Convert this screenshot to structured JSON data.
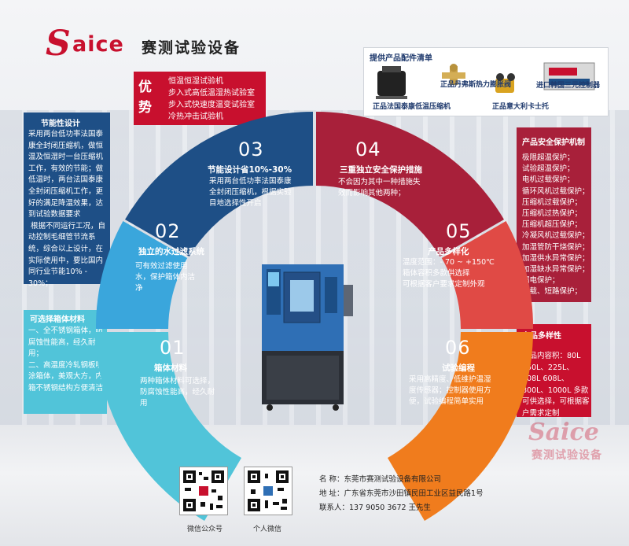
{
  "logo": {
    "mark": "S",
    "rest": "aice",
    "cn": "赛测试验设备",
    "watermark": "Saice",
    "watermark_cn": "赛测试验设备"
  },
  "advantages": {
    "title": "优势",
    "items": [
      "恒温恒湿试验机",
      "步入式高低温湿热试验室",
      "步入式快速度温变试验室",
      "冷热冲击试验机"
    ]
  },
  "parts": {
    "title": "提供产品配件清单",
    "items": [
      "正品丹弗斯热力膨胀阀",
      "进口韩国三元控制器",
      "正品法国泰康低温压缩机",
      "正品意大利卡士托"
    ]
  },
  "left_top": {
    "title": "节能性设计",
    "body": "采用两台低功率法国泰康全封闭压缩机，做恒温及恒湿时一台压缩机工作，有效的节能；做低温时，两台法国泰康全封闭压缩机工作，更好的满足降温效果，达到试验数据要求\n 根据不同运行工况，自动控制毛细管节流系统，综合以上设计，在实际使用中，要比国内同行业节能10% - 30%；"
  },
  "left_bottom": {
    "title": "可选择箱体材料",
    "body": "一、全不锈钢箱体，防腐蚀性能高，经久耐用；\n二、高温度冷轧钢板喷涂箱体，美观大方，内箱不锈钢结构方便清洁"
  },
  "right_top": {
    "title": "产品安全保护机制",
    "items": [
      "极限超温保护；",
      "试验超温保护；",
      "电机过载保护；",
      "循环风机过载保护；",
      "压缩机过载保护；",
      "压缩机过热保护；",
      "压缩机超压保护；",
      "冷凝风机过载保护；",
      "加湿管防干烧保护；",
      "加湿供水异常保护；",
      "加湿缺水异常保护；",
      "漏电保护；",
      "超载、短路保护；"
    ]
  },
  "right_bottom": {
    "title": "产品多样性",
    "body": "产品内容积：80L 150L、225L、408L 608L、800L、1000L 多款可供选择，可根据客户需求定制"
  },
  "segments": [
    {
      "num": "01",
      "title": "箱体材料",
      "body": "两种箱体材料可选择，防腐蚀性能高，经久耐用"
    },
    {
      "num": "02",
      "title": "独立的水过滤系统",
      "body": "可有效过滤使用水，保护箱体内洁净"
    },
    {
      "num": "03",
      "title": "节能设计省10%-30%",
      "body": "采用两台低功率法国泰康全封闭压缩机，根据实验目地选择性开启"
    },
    {
      "num": "04",
      "title": "三重独立安全保护措施",
      "body": "不会因为其中一种措施失效而影响其他两种；"
    },
    {
      "num": "05",
      "title": "产品多样化",
      "body": "温度范围：- 70 ~ +150℃\n箱体容积多款供选择\n可根据客户要求定制外观"
    },
    {
      "num": "06",
      "title": "试验编程",
      "body": "采用高精度、低维护温湿度传感器；控制器使用方便，试验编程简单实用"
    }
  ],
  "footer": {
    "qr1": "微信公众号",
    "qr2": "个人微信",
    "name_label": "名  称：",
    "name": "东莞市赛测试验设备有限公司",
    "addr_label": "地  址：",
    "addr": "广东省东莞市沙田镇民田工业区益民路1号",
    "contact_label": "联系人：",
    "contact": "137 9050 3672  王先生"
  },
  "colors": {
    "brand_red": "#c8102e",
    "dark_red": "#a8203a",
    "blue": "#1e4f86",
    "mid_blue": "#2f7fc0",
    "light_blue": "#3aa6dc",
    "cyan": "#51c4d9",
    "orange": "#f07c1d",
    "coral": "#e04a45"
  }
}
